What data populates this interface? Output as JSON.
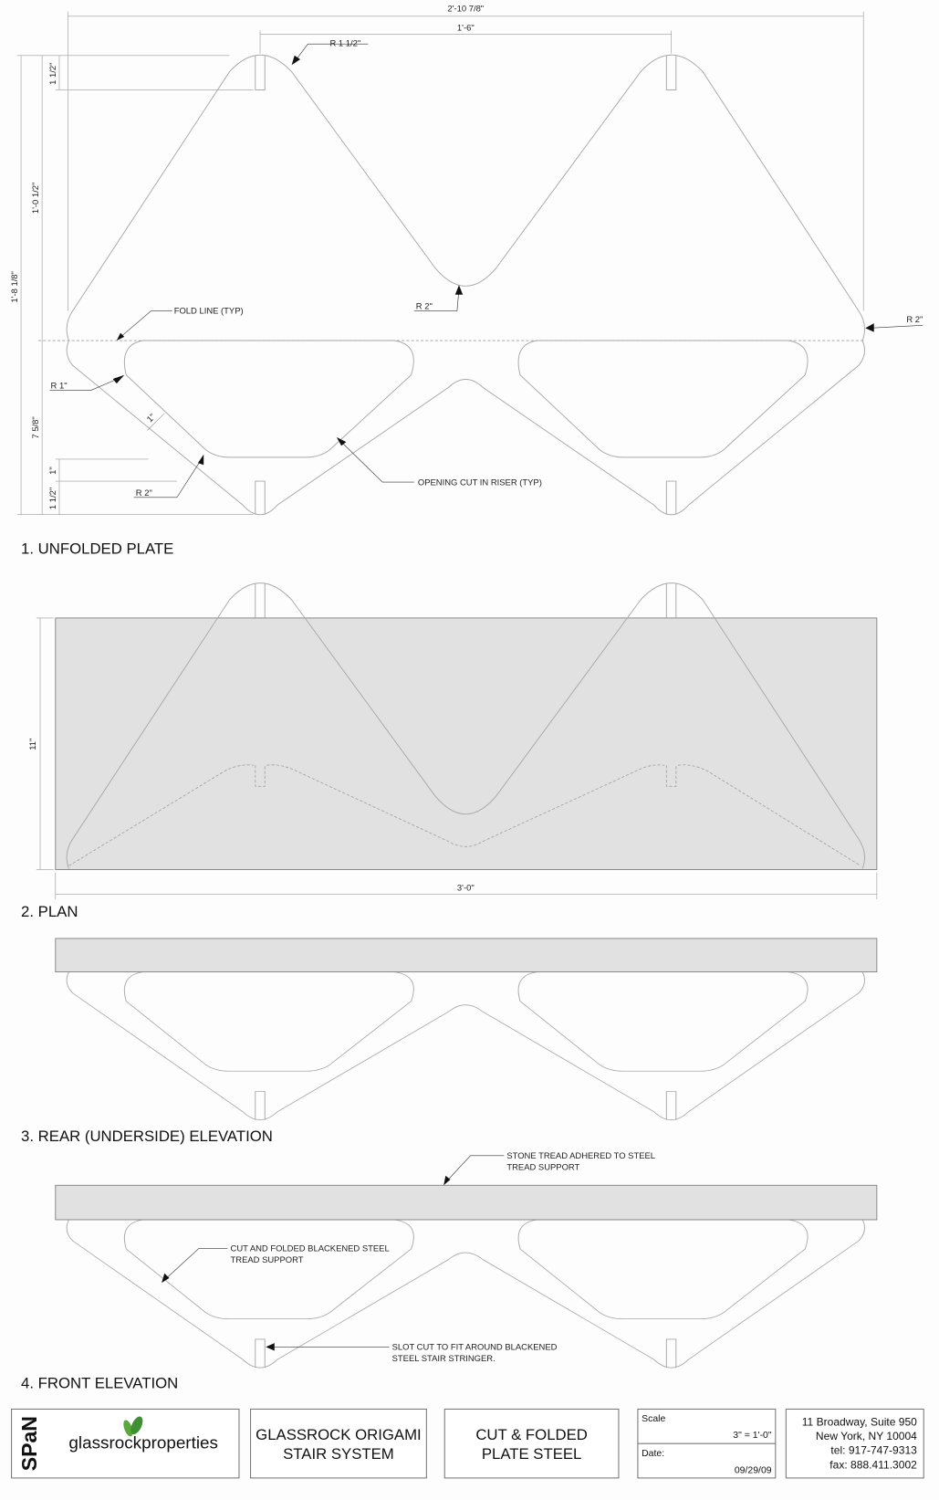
{
  "view1": {
    "title": "1. UNFOLDED PLATE",
    "dims": {
      "overall_width": "2'-10 7/8\"",
      "apex_spacing": "1'-6\"",
      "overall_height": "1'-8 1/8\"",
      "upper_height": "1'-0 1/2\"",
      "top_slot": "1 1/2\"",
      "lower_height": "7 5/8\"",
      "bottom_gap": "1\"",
      "bottom_slot": "1 1/2\"",
      "web_width": "1\""
    },
    "labels": {
      "r_top": "R 1 1/2\"",
      "r_valley": "R 2\"",
      "r_right": "R 2\"",
      "fold_line": "FOLD LINE (TYP)",
      "r_opening": "R 1\"",
      "r_bottom": "R 2\"",
      "opening_cut": "OPENING CUT IN RISER (TYP)"
    }
  },
  "view2": {
    "title": "2. PLAN",
    "dims": {
      "depth": "11\"",
      "width": "3'-0\""
    }
  },
  "view3": {
    "title": "3. REAR (UNDERSIDE) ELEVATION"
  },
  "view4": {
    "title": "4. FRONT ELEVATION",
    "labels": {
      "stone_1": "STONE TREAD ADHERED TO STEEL",
      "stone_2": "TREAD SUPPORT",
      "support_1": "CUT AND FOLDED BLACKENED STEEL",
      "support_2": "TREAD SUPPORT",
      "slot_1": "SLOT CUT TO FIT AROUND BLACKENED",
      "slot_2": "STEEL STAIR STRINGER."
    }
  },
  "title_block": {
    "firm": "SPaN",
    "client_logo": "glassrockproperties",
    "logo_color": "#4a9a3a",
    "project_1": "GLASSROCK ORIGAMI",
    "project_2": "STAIR SYSTEM",
    "drawing_1": "CUT & FOLDED",
    "drawing_2": "PLATE STEEL",
    "scale_label": "Scale",
    "scale_value": "3\" = 1'-0\"",
    "date_label": "Date:",
    "date_value": "09/29/09",
    "address_1": "11 Broadway, Suite 950",
    "address_2": "New York, NY 10004",
    "tel": "tel: 917-747-9313",
    "fax": "fax: 888.411.3002"
  }
}
